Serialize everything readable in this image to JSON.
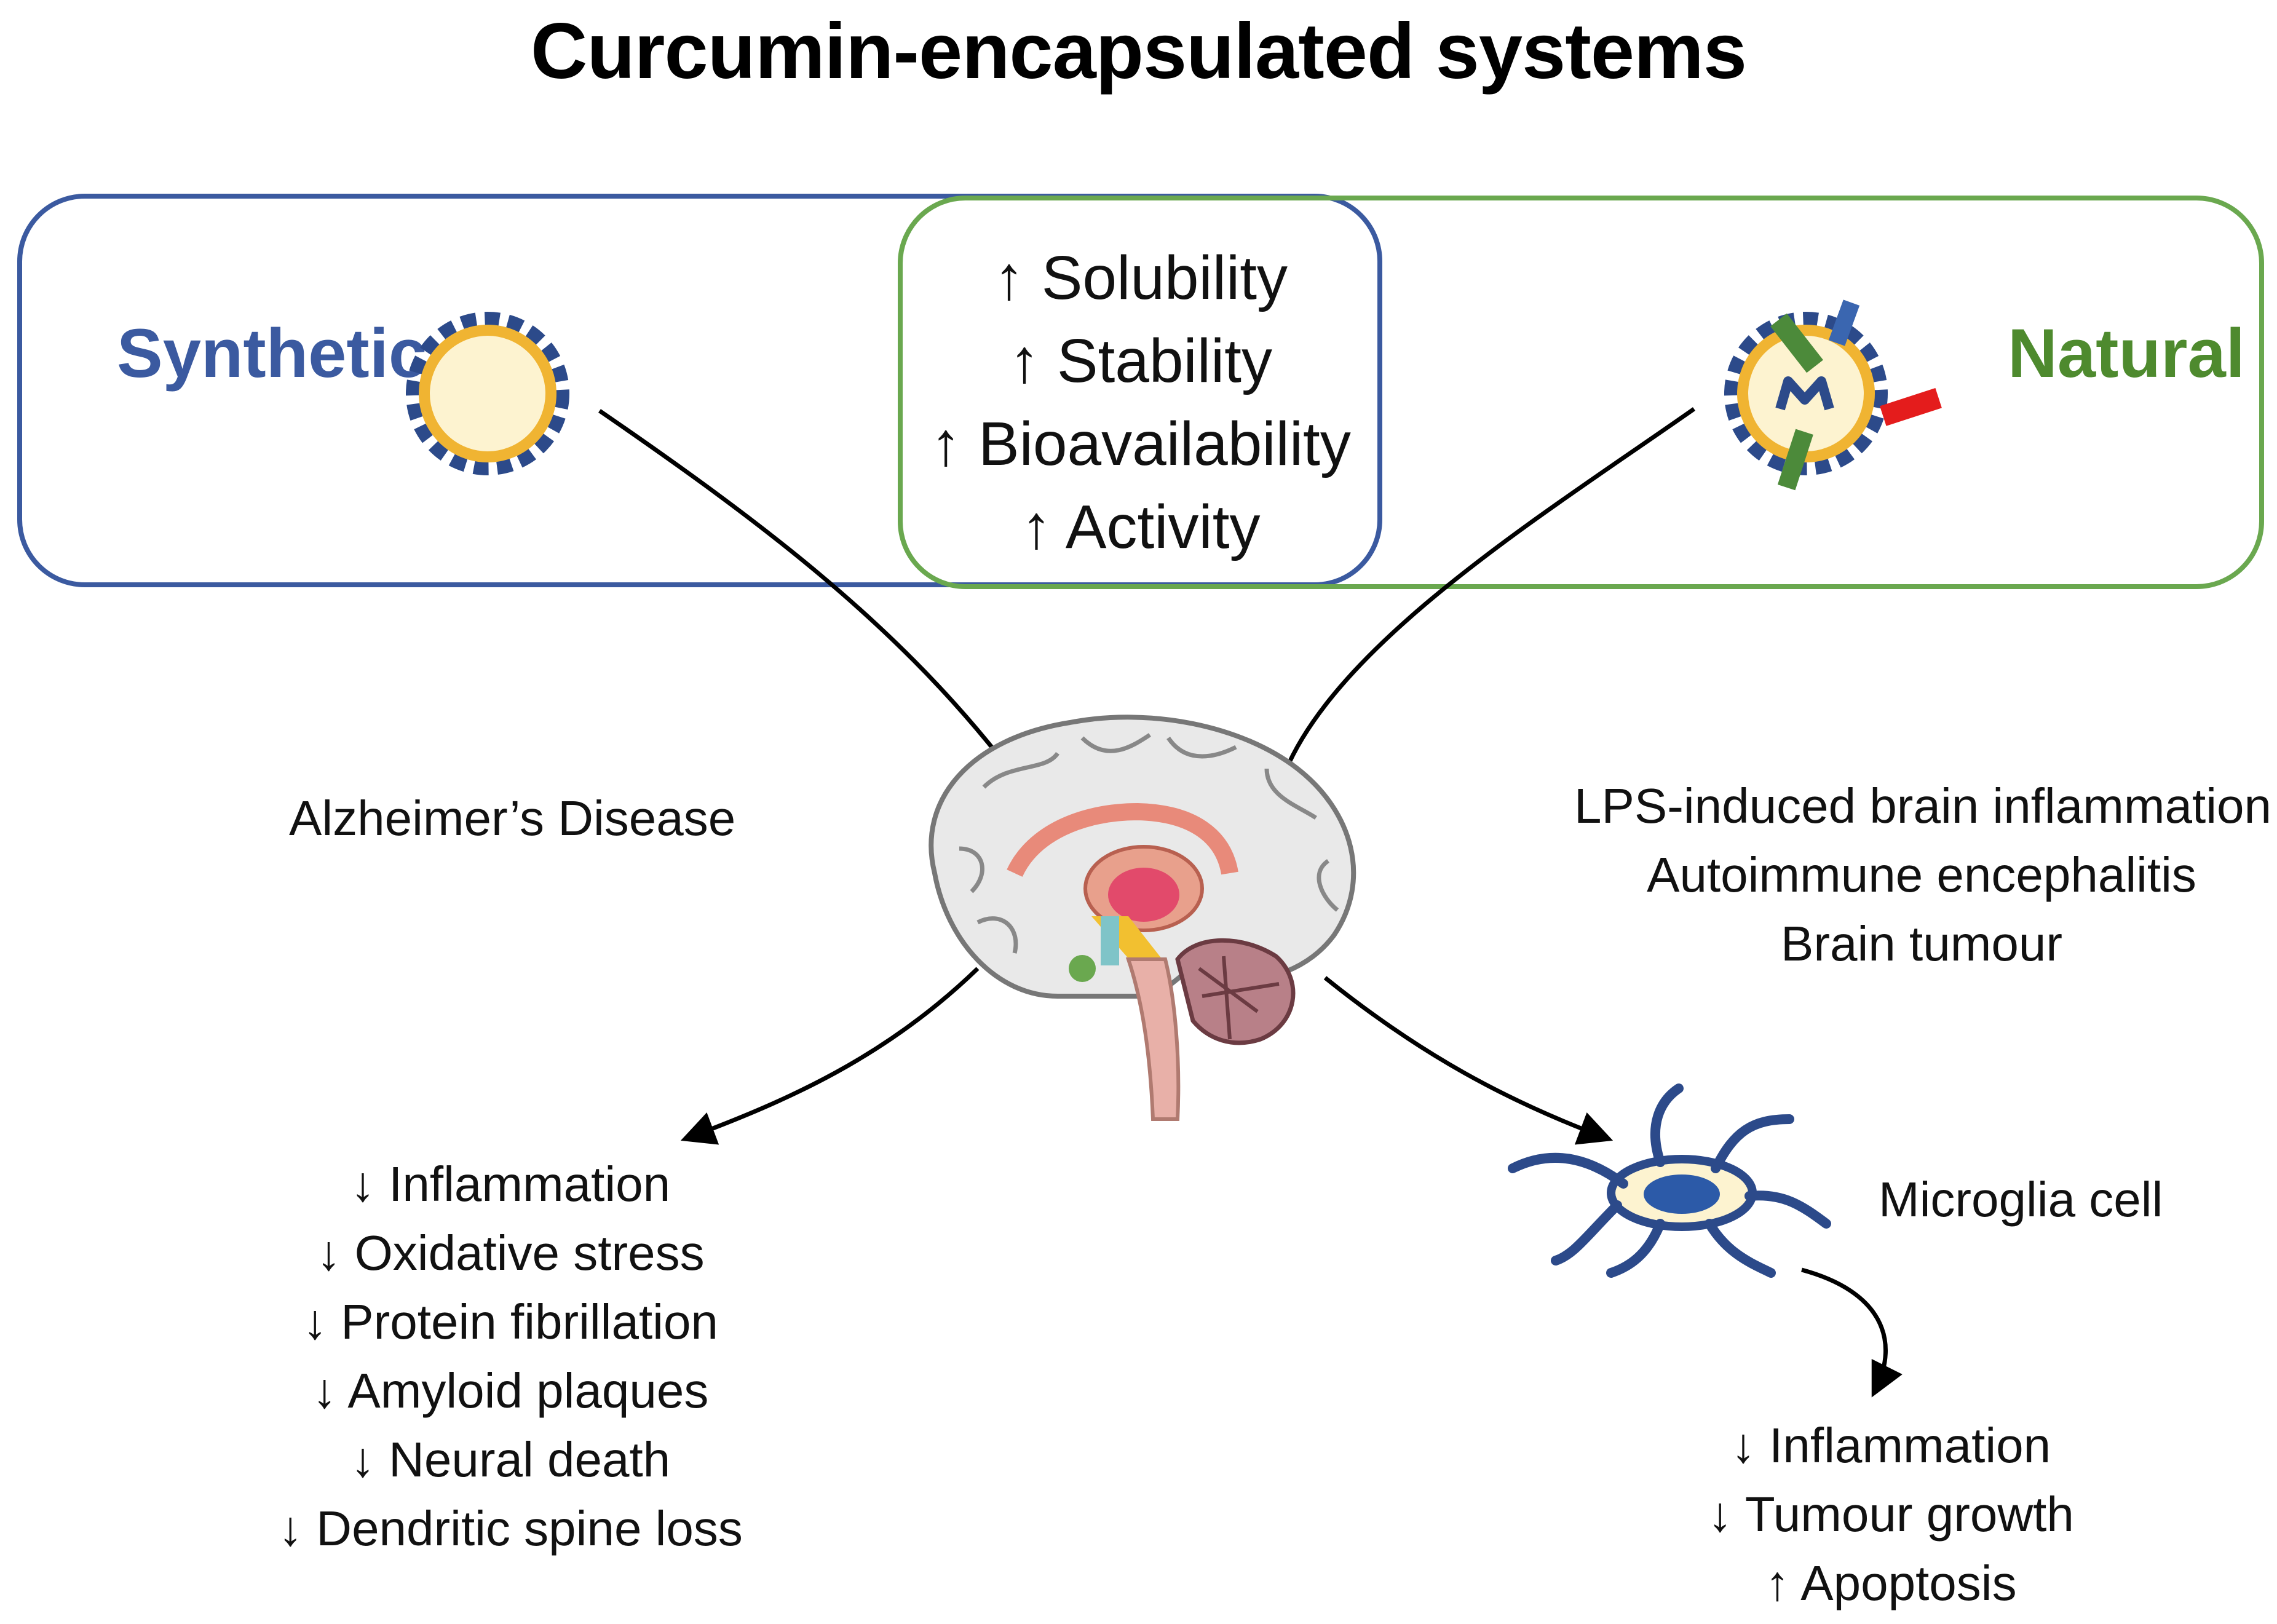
{
  "title": "Curcumin-encapsulated systems",
  "synthetic_label": "Synthetic",
  "natural_label": "Natural",
  "benefits": [
    "↑ Solubility",
    "↑ Stability",
    "↑ Bioavailability",
    "↑ Activity"
  ],
  "left_disease": "Alzheimer’s Disease",
  "right_diseases": [
    "LPS-induced brain inflammation",
    "Autoimmune encephalitis",
    "Brain tumour"
  ],
  "microglia_label": "Microglia cell",
  "left_effects": [
    "↓ Inflammation",
    "↓ Oxidative stress",
    "↓ Protein fibrillation",
    "↓ Amyloid plaques",
    "↓ Neural death",
    "↓ Dendritic spine loss"
  ],
  "right_effects": [
    "↓ Inflammation",
    "↓ Tumour growth",
    "↑ Apoptosis"
  ],
  "colors": {
    "synthetic": "#3b5aa0",
    "natural": "#6aa84f",
    "nanoparticle_core": "#fdf3d0",
    "nanoparticle_ring": "#f0b432"
  }
}
